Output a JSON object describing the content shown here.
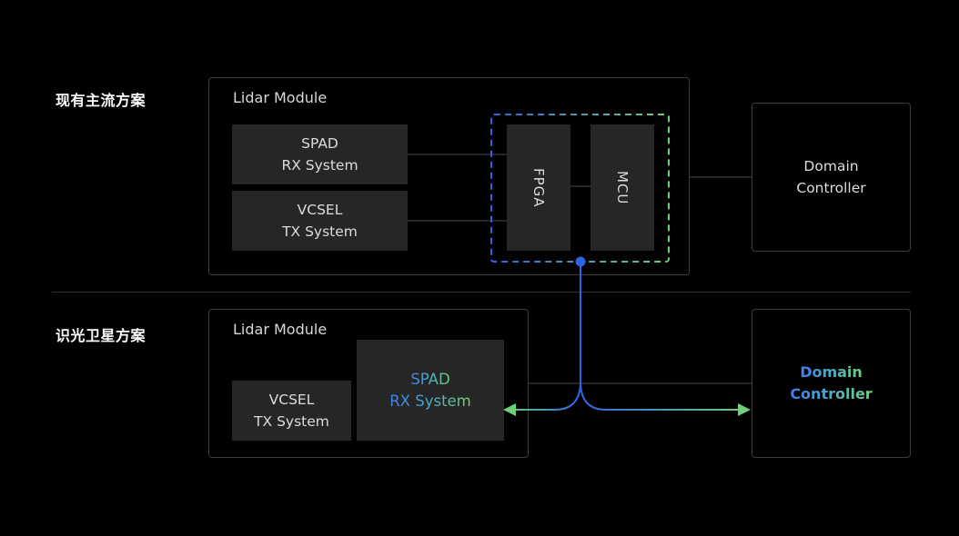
{
  "sections": {
    "current": {
      "label": "现有主流方案",
      "module_title": "Lidar Module",
      "spad": {
        "line1": "SPAD",
        "line2": "RX System"
      },
      "vcsel": {
        "line1": "VCSEL",
        "line2": "TX System"
      },
      "fpga": "FPGA",
      "mcu": "MCU",
      "controller": {
        "line1": "Domain",
        "line2": "Controller"
      }
    },
    "proposed": {
      "label": "识光卫星方案",
      "module_title": "Lidar Module",
      "spad": {
        "line1": "SPAD",
        "line2": "RX System"
      },
      "vcsel": {
        "line1": "VCSEL",
        "line2": "TX System"
      },
      "controller": {
        "line1": "Domain",
        "line2": "Controller"
      }
    }
  },
  "colors": {
    "background": "#000000",
    "block": "#262626",
    "border": "#3c3c3c",
    "accent_blue": "#2f63e6",
    "accent_green": "#6fd07a"
  }
}
